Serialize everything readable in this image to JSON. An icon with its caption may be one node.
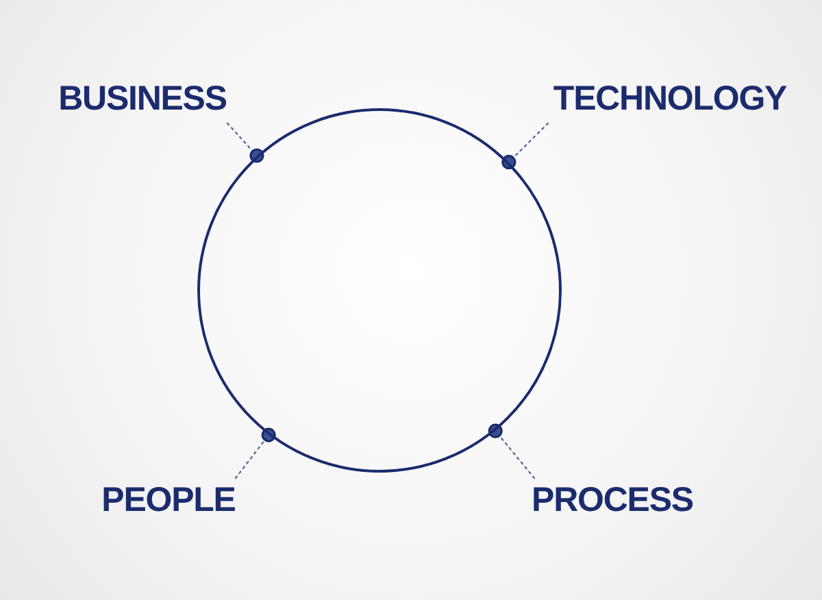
{
  "diagram": {
    "nodes": [
      {
        "text": [
          "BUSINESS"
        ]
      },
      {
        "text": [
          "TECHNOLOGY"
        ]
      },
      {
        "text": [
          "PEOPLE"
        ]
      },
      {
        "text": [
          "PROCESS"
        ]
      },
      {
        "text": [],
        "shape": "circle"
      }
    ],
    "edges": [
      {
        "from": 0,
        "to": 4,
        "arrow": "other",
        "style": "dashed"
      },
      {
        "from": 1,
        "to": 4,
        "arrow": "other",
        "style": "dashed"
      },
      {
        "from": 2,
        "to": 4,
        "arrow": "other",
        "style": "dashed"
      },
      {
        "from": 3,
        "to": 4,
        "arrow": "other",
        "style": "dashed"
      }
    ]
  }
}
